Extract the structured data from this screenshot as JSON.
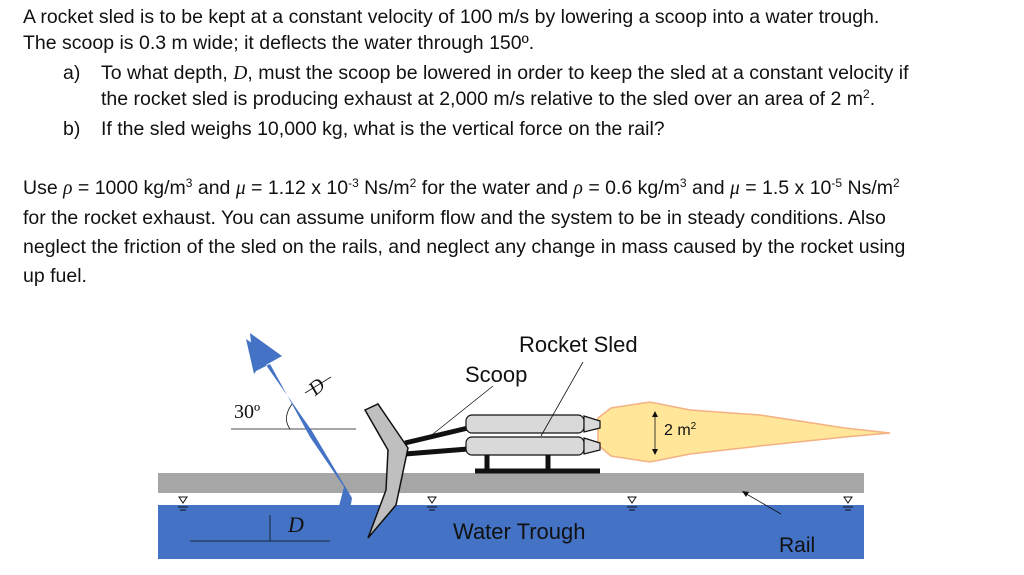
{
  "problem": {
    "intro_line1": "A rocket sled is to be kept at a constant velocity of 100 m/s by lowering a scoop into a water trough.",
    "intro_line2": "The scoop is 0.3 m wide; it deflects the water through 150º.",
    "part_a_label": "a)",
    "part_a_line1_pre": "To what depth, ",
    "part_a_D": "D",
    "part_a_line1_post": ", must the scoop be lowered in order to keep the sled at a constant velocity if",
    "part_a_line2": "the rocket sled is producing exhaust at 2,000 m/s relative to the sled over an area of 2 m",
    "part_a_line2_sup": "2",
    "part_a_line2_end": ".",
    "part_b_label": "b)",
    "part_b_line": "If the sled weighs 10,000 kg, what is the vertical force on the rail?"
  },
  "givens": {
    "l1_a": "Use ",
    "rho": "ρ",
    "l1_b": " = 1000 kg/m",
    "sup3a": "3",
    "l1_c": " and ",
    "mu": "μ",
    "l1_d": " = 1.12 x 10",
    "exp_w": "-3",
    "l1_e": " Ns/m",
    "sup2a": "2",
    "l1_f": " for the water and ",
    "l1_g": " = 0.6 kg/m",
    "sup3b": "3",
    "l1_h": " and ",
    "l1_i": " = 1.5 x 10",
    "exp_a": "-5",
    "l1_j": " Ns/m",
    "sup2b": "2",
    "line2": "for the rocket exhaust.  You can assume uniform flow and the system to be in steady conditions.  Also",
    "line3": "neglect the friction of the sled on the rails, and neglect any change in mass caused by the rocket using",
    "line4": "up fuel."
  },
  "diagram": {
    "rocket_sled_label": "Rocket Sled",
    "scoop_label": "Scoop",
    "angle_label": "30º",
    "jet_depth_label": "D",
    "depth_label": "D",
    "area_label": "2 m",
    "area_sup": "2",
    "trough_label": "Water Trough",
    "rail_label": "Rail",
    "colors": {
      "water": "#4472c4",
      "rail": "#a6a6a6",
      "exhaust": "#ffe699",
      "exhaust_edge": "#f4b183",
      "scoop": "#bfbfbf",
      "sled": "#d9d9d9",
      "ink": "#111111"
    }
  }
}
